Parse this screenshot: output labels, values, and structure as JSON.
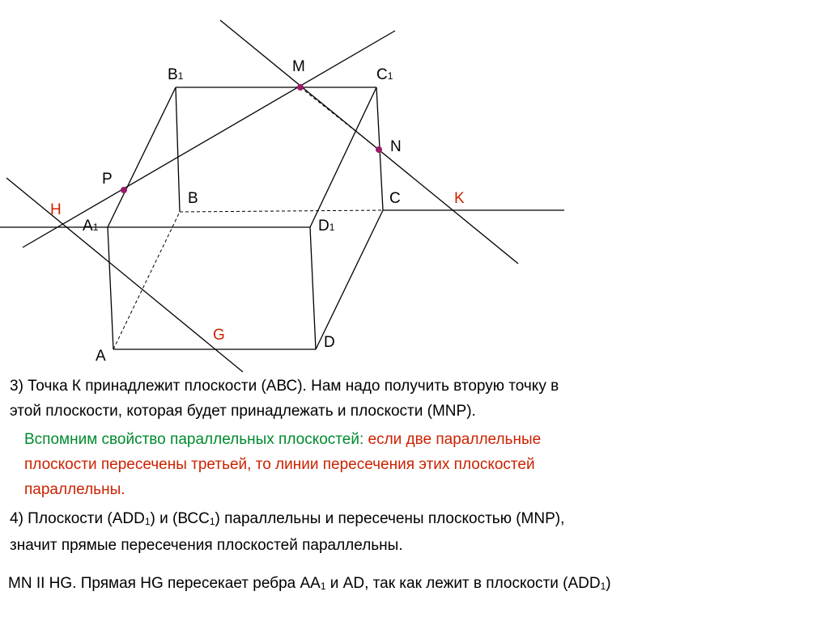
{
  "colors": {
    "edge": "#000000",
    "point": "#9a1a6a",
    "accent_red": "#cc2200",
    "accent_green": "#008a2e"
  },
  "labels": {
    "A": "A",
    "B": "B",
    "C": "C",
    "D": "D",
    "A1": "A",
    "B1": "B",
    "C1": "C",
    "D1": "D",
    "sub1": "1",
    "M": "M",
    "N": "N",
    "P": "P",
    "H": "H",
    "K": "K",
    "G": "G"
  },
  "text": {
    "p3_line1": "3) Точка К принадлежит плоскости (АВС). Нам надо получить вторую точку в",
    "p3_line2": "этой плоскости, которая будет принадлежать и плоскости (MNP).",
    "prop_green": "Вспомним свойство параллельных плоскостей:",
    "prop_red_1": " если две параллельные",
    "prop_red_2": "плоскости пересечены третьей, то линии пересечения этих плоскостей",
    "prop_red_3": "параллельны.",
    "p4_l1_a": "4) Плоскости (ADD",
    "p4_l1_b": ") и (ВСС",
    "p4_l1_c": ") параллельны и пересечены плоскостью (MNP),",
    "p4_line2": "значит прямые пересечения плоскостей параллельны.",
    "p5_a": "MN II HG. Прямая HG пересекает ребра АА",
    "p5_b": " и AD, так как лежит в плоскости (ADD",
    "p5_c": ")",
    "sub1": "1"
  }
}
